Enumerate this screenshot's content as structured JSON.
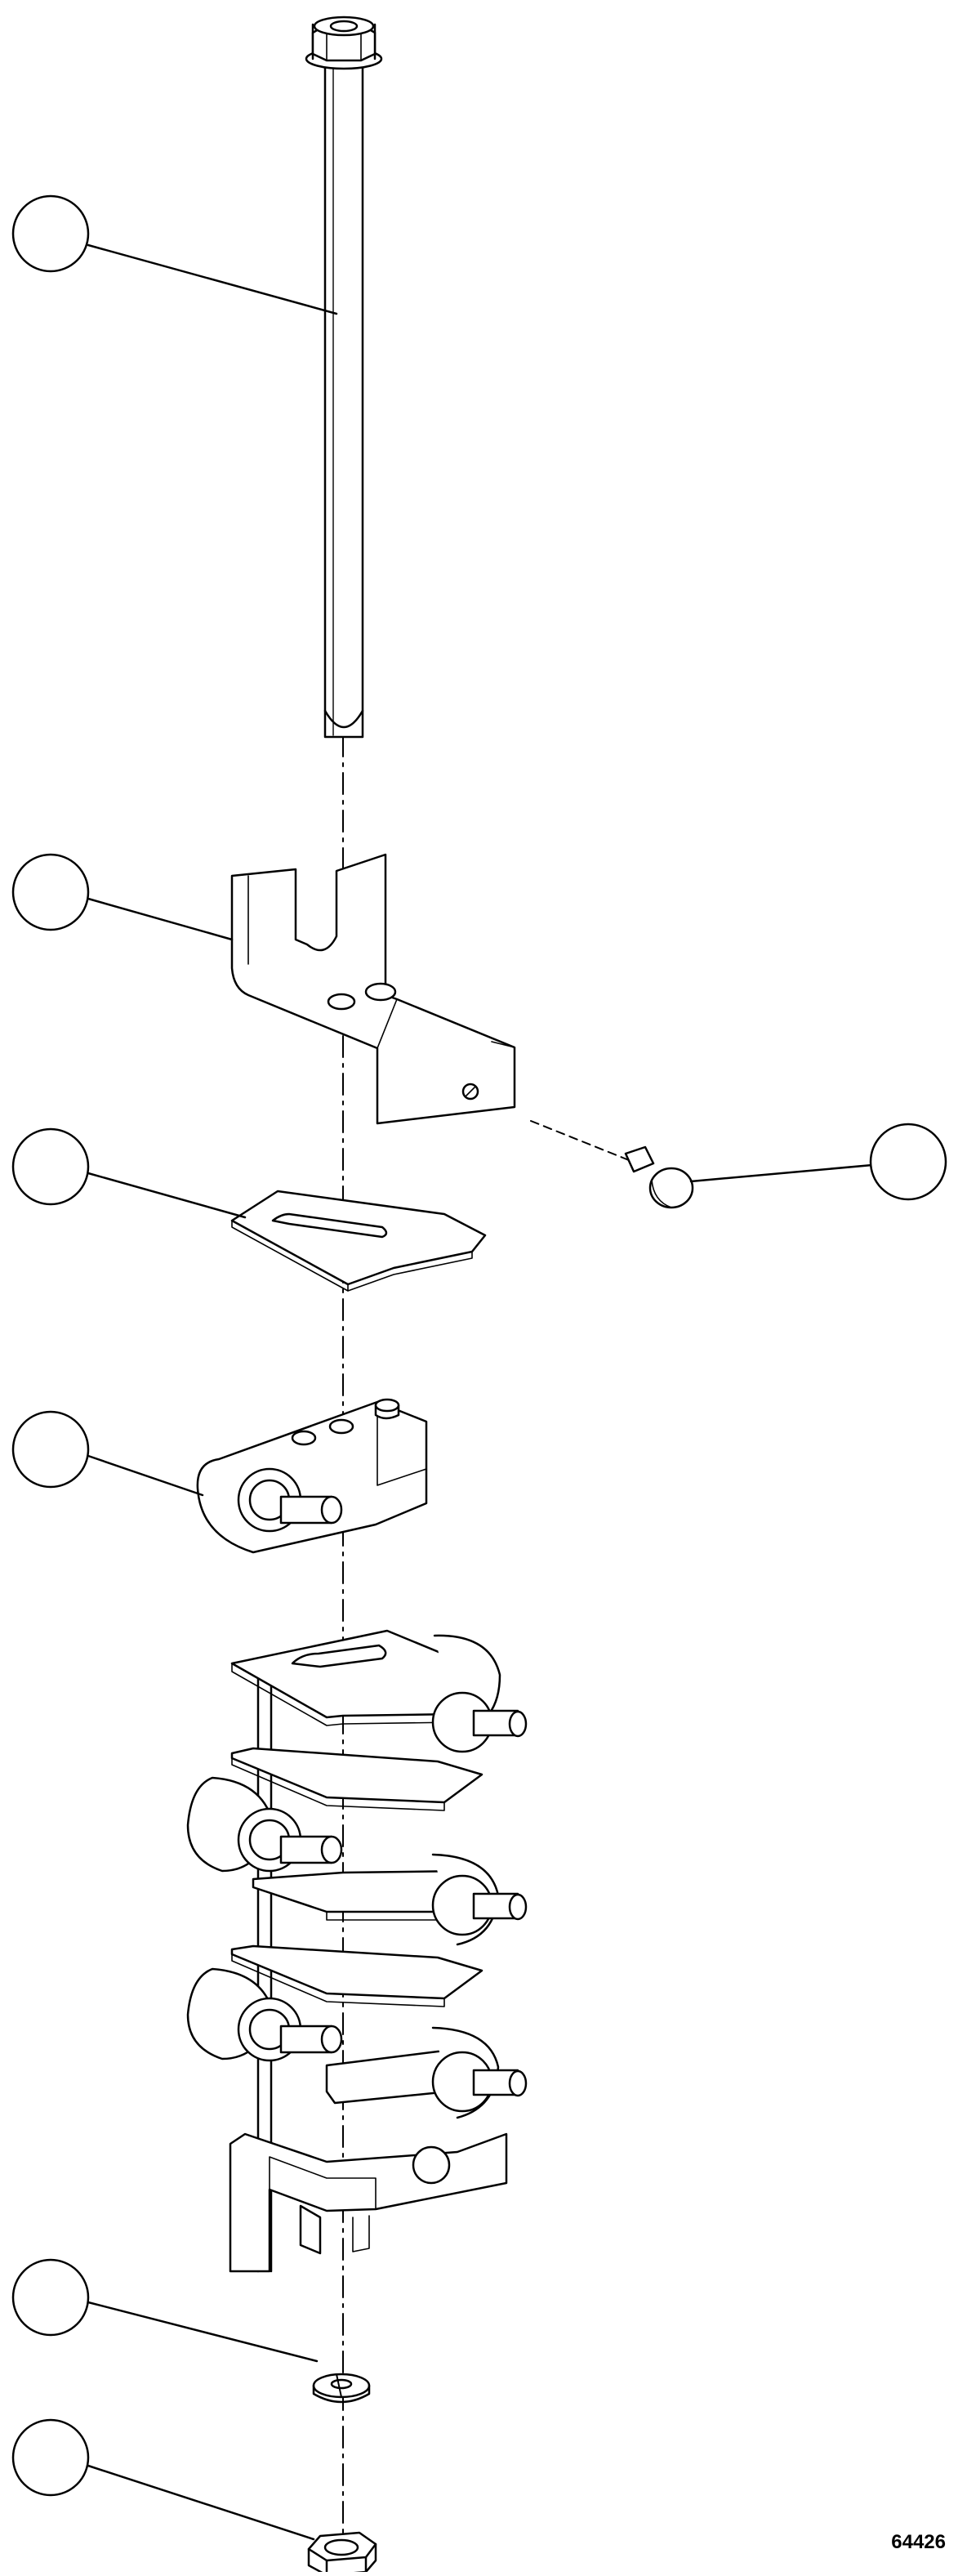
{
  "figure": {
    "id_label": "64426"
  },
  "parts": [
    {
      "name": "flange-bolt",
      "callout_label": ""
    },
    {
      "name": "mounting-bracket",
      "callout_label": ""
    },
    {
      "name": "slotted-plate",
      "callout_label": ""
    },
    {
      "name": "mount-block",
      "callout_label": ""
    },
    {
      "name": "rubber-mount-stack",
      "callout_label": ""
    },
    {
      "name": "lock-washer",
      "callout_label": ""
    },
    {
      "name": "hex-nut",
      "callout_label": ""
    },
    {
      "name": "screw",
      "callout_label": ""
    }
  ],
  "colors": {
    "line": "#000000",
    "fill": "#ffffff"
  }
}
